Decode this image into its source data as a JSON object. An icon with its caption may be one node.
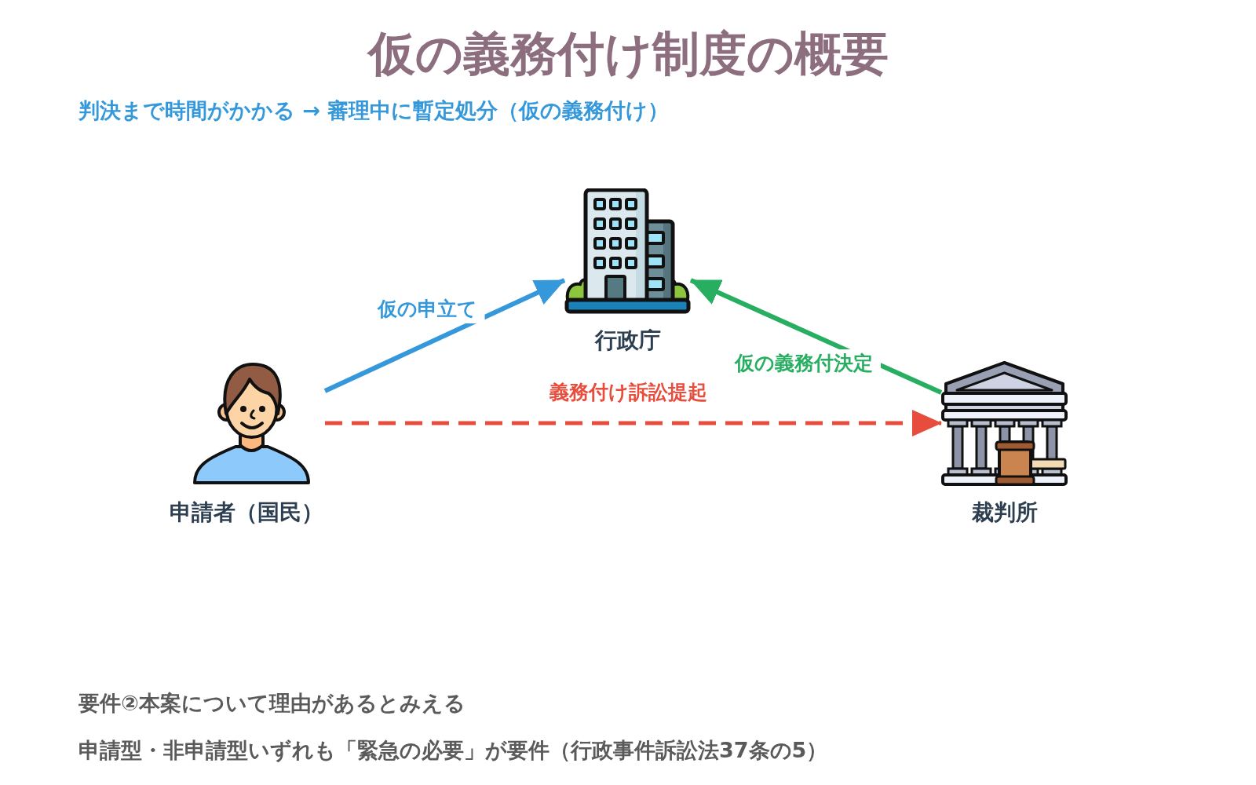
{
  "diagram": {
    "title": "仮の義務付け制度の概要",
    "nodes": [
      {
        "text": [
          "行政庁"
        ]
      },
      {
        "text": [
          "申請者（国民）"
        ]
      },
      {
        "text": [
          "裁判所"
        ]
      }
    ],
    "edges": [
      {
        "from": 1,
        "to": 0,
        "arrow": "to",
        "label": "仮の申立て",
        "color": "#3498db"
      },
      {
        "from": 2,
        "to": 0,
        "arrow": "to",
        "label": "仮の義務付決定",
        "color": "#27ae60"
      },
      {
        "from": 1,
        "to": 2,
        "arrow": "to",
        "label": "義務付け訴訟提起",
        "style": "dashed",
        "color": "#e74c3c"
      }
    ],
    "labels": [
      "判決まで時間がかかる → 審理中に暫定処分（仮の義務付け）",
      "要件②本案について理由があるとみえる",
      "申請型・非申請型いずれも「緊急の必要」が要件（行政事件訴訟法37条の5）"
    ]
  }
}
